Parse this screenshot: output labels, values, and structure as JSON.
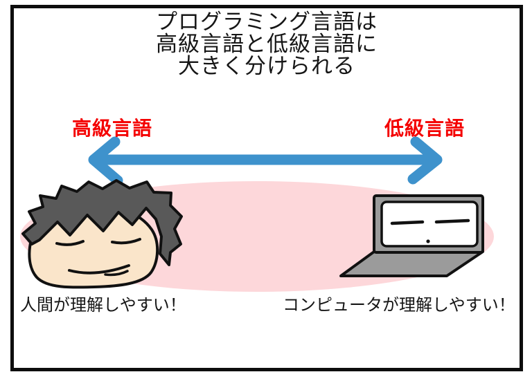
{
  "panel": {
    "title": {
      "line1": "プログラミング言語は",
      "line2": "高級言語と低級言語に",
      "line3": "大きく分けられる"
    },
    "spectrum": {
      "left_label": "高級言語",
      "right_label": "低級言語"
    },
    "captions": {
      "left": "人間が理解しやすい！",
      "right": "コンピュータが理解しやすい！"
    },
    "icons": {
      "left": "human-face-icon",
      "right": "laptop-icon"
    },
    "colors": {
      "label_red": "#f40000",
      "arrow_blue": "#3e92cc",
      "ellipse_pink": "#fdd7da",
      "hair_gray": "#595959",
      "skin_tone": "#fae5ca",
      "laptop_gray": "#9b9b9b",
      "outline_black": "#111111"
    }
  }
}
